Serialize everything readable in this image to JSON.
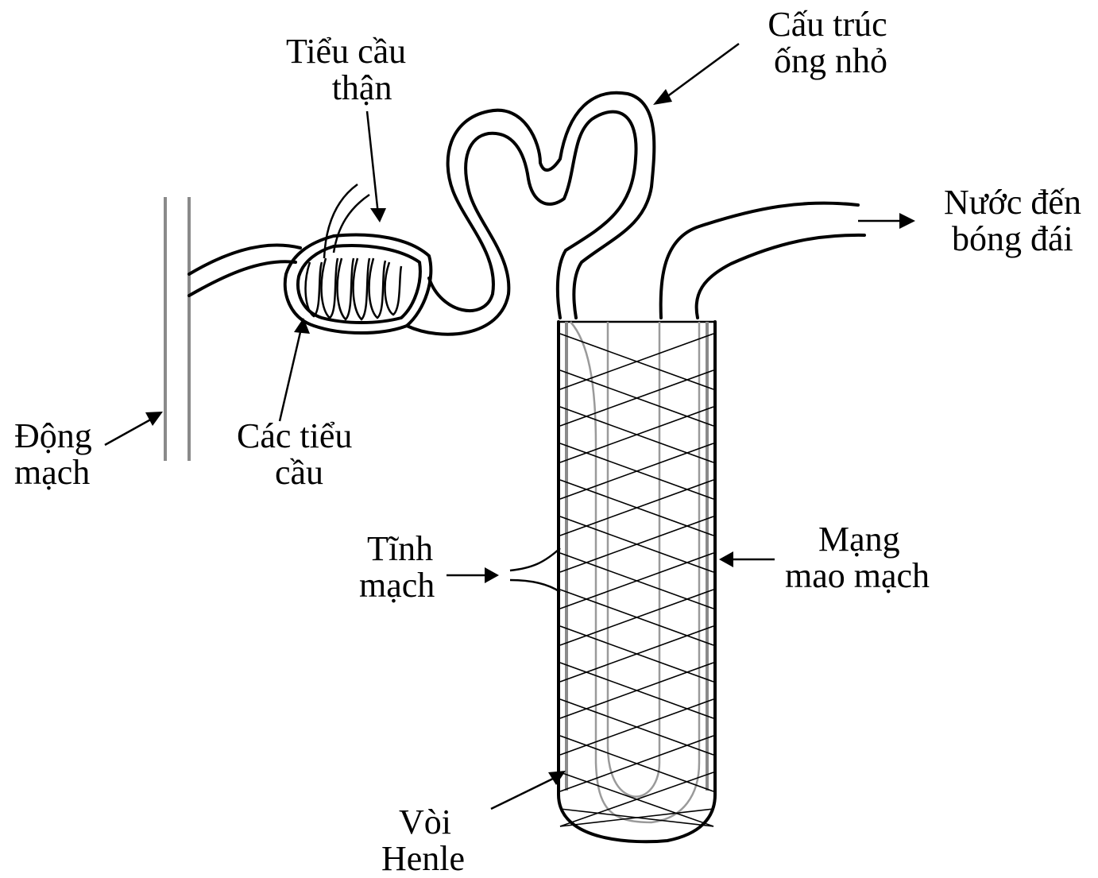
{
  "labels": {
    "glomerulus_capsule": [
      "Tiểu cầu",
      "thận"
    ],
    "tubule": [
      "Cấu trúc",
      "ống nhỏ"
    ],
    "to_bladder": [
      "Nước đến",
      "bóng đái"
    ],
    "artery": [
      "Động",
      "mạch"
    ],
    "glomeruli": [
      "Các tiểu",
      "cầu"
    ],
    "vein": [
      "Tĩnh",
      "mạch"
    ],
    "capillary_net": [
      "Mạng",
      "mao mạch"
    ],
    "loop_henle": [
      "Vòi",
      "Henle"
    ]
  },
  "colors": {
    "line": "#000000",
    "vessel": "#8a8a8a",
    "background": "#ffffff"
  }
}
